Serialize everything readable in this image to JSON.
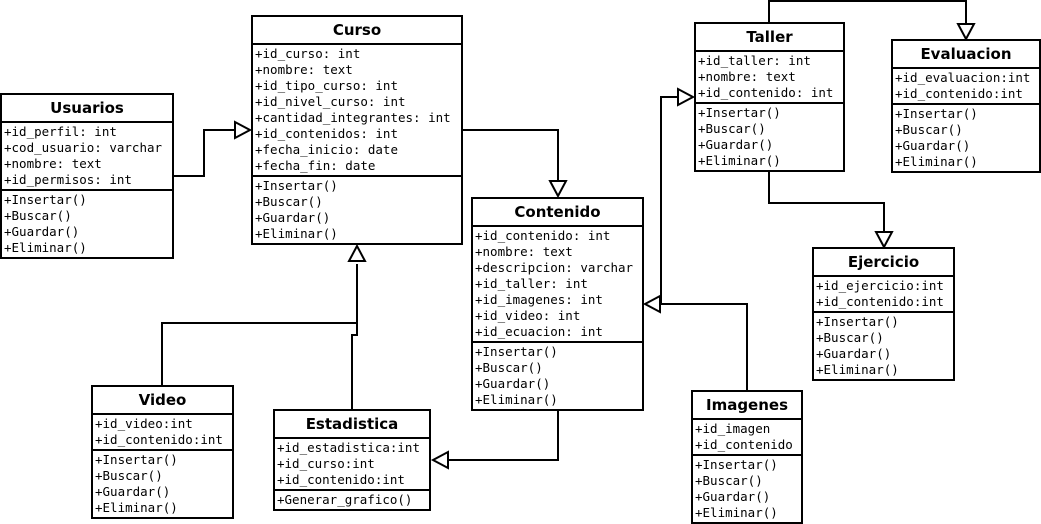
{
  "classes": {
    "usuarios": {
      "name": "Usuarios",
      "attributes": [
        "+id_perfil: int",
        "+cod_usuario: varchar",
        "+nombre: text",
        "+id_permisos: int"
      ],
      "methods": [
        "+Insertar()",
        "+Buscar()",
        "+Guardar()",
        "+Eliminar()"
      ]
    },
    "curso": {
      "name": "Curso",
      "attributes": [
        "+id_curso: int",
        "+nombre: text",
        "+id_tipo_curso: int",
        "+id_nivel_curso: int",
        "+cantidad_integrantes: int",
        "+id_contenidos: int",
        "+fecha_inicio: date",
        "+fecha_fin: date"
      ],
      "methods": [
        "+Insertar()",
        "+Buscar()",
        "+Guardar()",
        "+Eliminar()"
      ]
    },
    "contenido": {
      "name": "Contenido",
      "attributes": [
        "+id_contenido: int",
        "+nombre: text",
        "+descripcion: varchar",
        "+id_taller: int",
        "+id_imagenes: int",
        "+id_video: int",
        "+id_ecuacion: int"
      ],
      "methods": [
        "+Insertar()",
        "+Buscar()",
        "+Guardar()",
        "+Eliminar()"
      ]
    },
    "taller": {
      "name": "Taller",
      "attributes": [
        "+id_taller: int",
        "+nombre: text",
        "+id_contenido: int"
      ],
      "methods": [
        "+Insertar()",
        "+Buscar()",
        "+Guardar()",
        "+Eliminar()"
      ]
    },
    "evaluacion": {
      "name": "Evaluacion",
      "attributes": [
        "+id_evaluacion:int",
        "+id_contenido:int"
      ],
      "methods": [
        "+Insertar()",
        "+Buscar()",
        "+Guardar()",
        "+Eliminar()"
      ]
    },
    "ejercicio": {
      "name": "Ejercicio",
      "attributes": [
        "+id_ejercicio:int",
        "+id_contenido:int"
      ],
      "methods": [
        "+Insertar()",
        "+Buscar()",
        "+Guardar()",
        "+Eliminar()"
      ]
    },
    "video": {
      "name": "Video",
      "attributes": [
        "+id_video:int",
        "+id_contenido:int"
      ],
      "methods": [
        "+Insertar()",
        "+Buscar()",
        "+Guardar()",
        "+Eliminar()"
      ]
    },
    "estadistica": {
      "name": "Estadistica",
      "attributes": [
        "+id_estadistica:int",
        "+id_curso:int",
        "+id_contenido:int"
      ],
      "methods": [
        "+Generar_grafico()"
      ]
    },
    "imagenes": {
      "name": "Imagenes",
      "attributes": [
        "+id_imagen",
        "+id_contenido"
      ],
      "methods": [
        "+Insertar()",
        "+Buscar()",
        "+Guardar()",
        "+Eliminar()"
      ]
    }
  },
  "relations": [
    {
      "from": "usuarios",
      "to": "curso",
      "type": "inheritance"
    },
    {
      "from": "curso",
      "to": "contenido",
      "type": "inheritance"
    },
    {
      "from": "video",
      "to": "curso",
      "type": "inheritance"
    },
    {
      "from": "estadistica",
      "to": "curso",
      "type": "inheritance"
    },
    {
      "from": "contenido",
      "to": "estadistica",
      "type": "inheritance"
    },
    {
      "from": "imagenes",
      "to": "contenido",
      "type": "inheritance"
    },
    {
      "from": "contenido",
      "to": "taller",
      "type": "inheritance"
    },
    {
      "from": "taller",
      "to": "evaluacion",
      "type": "inheritance"
    },
    {
      "from": "taller",
      "to": "ejercicio",
      "type": "inheritance"
    }
  ]
}
